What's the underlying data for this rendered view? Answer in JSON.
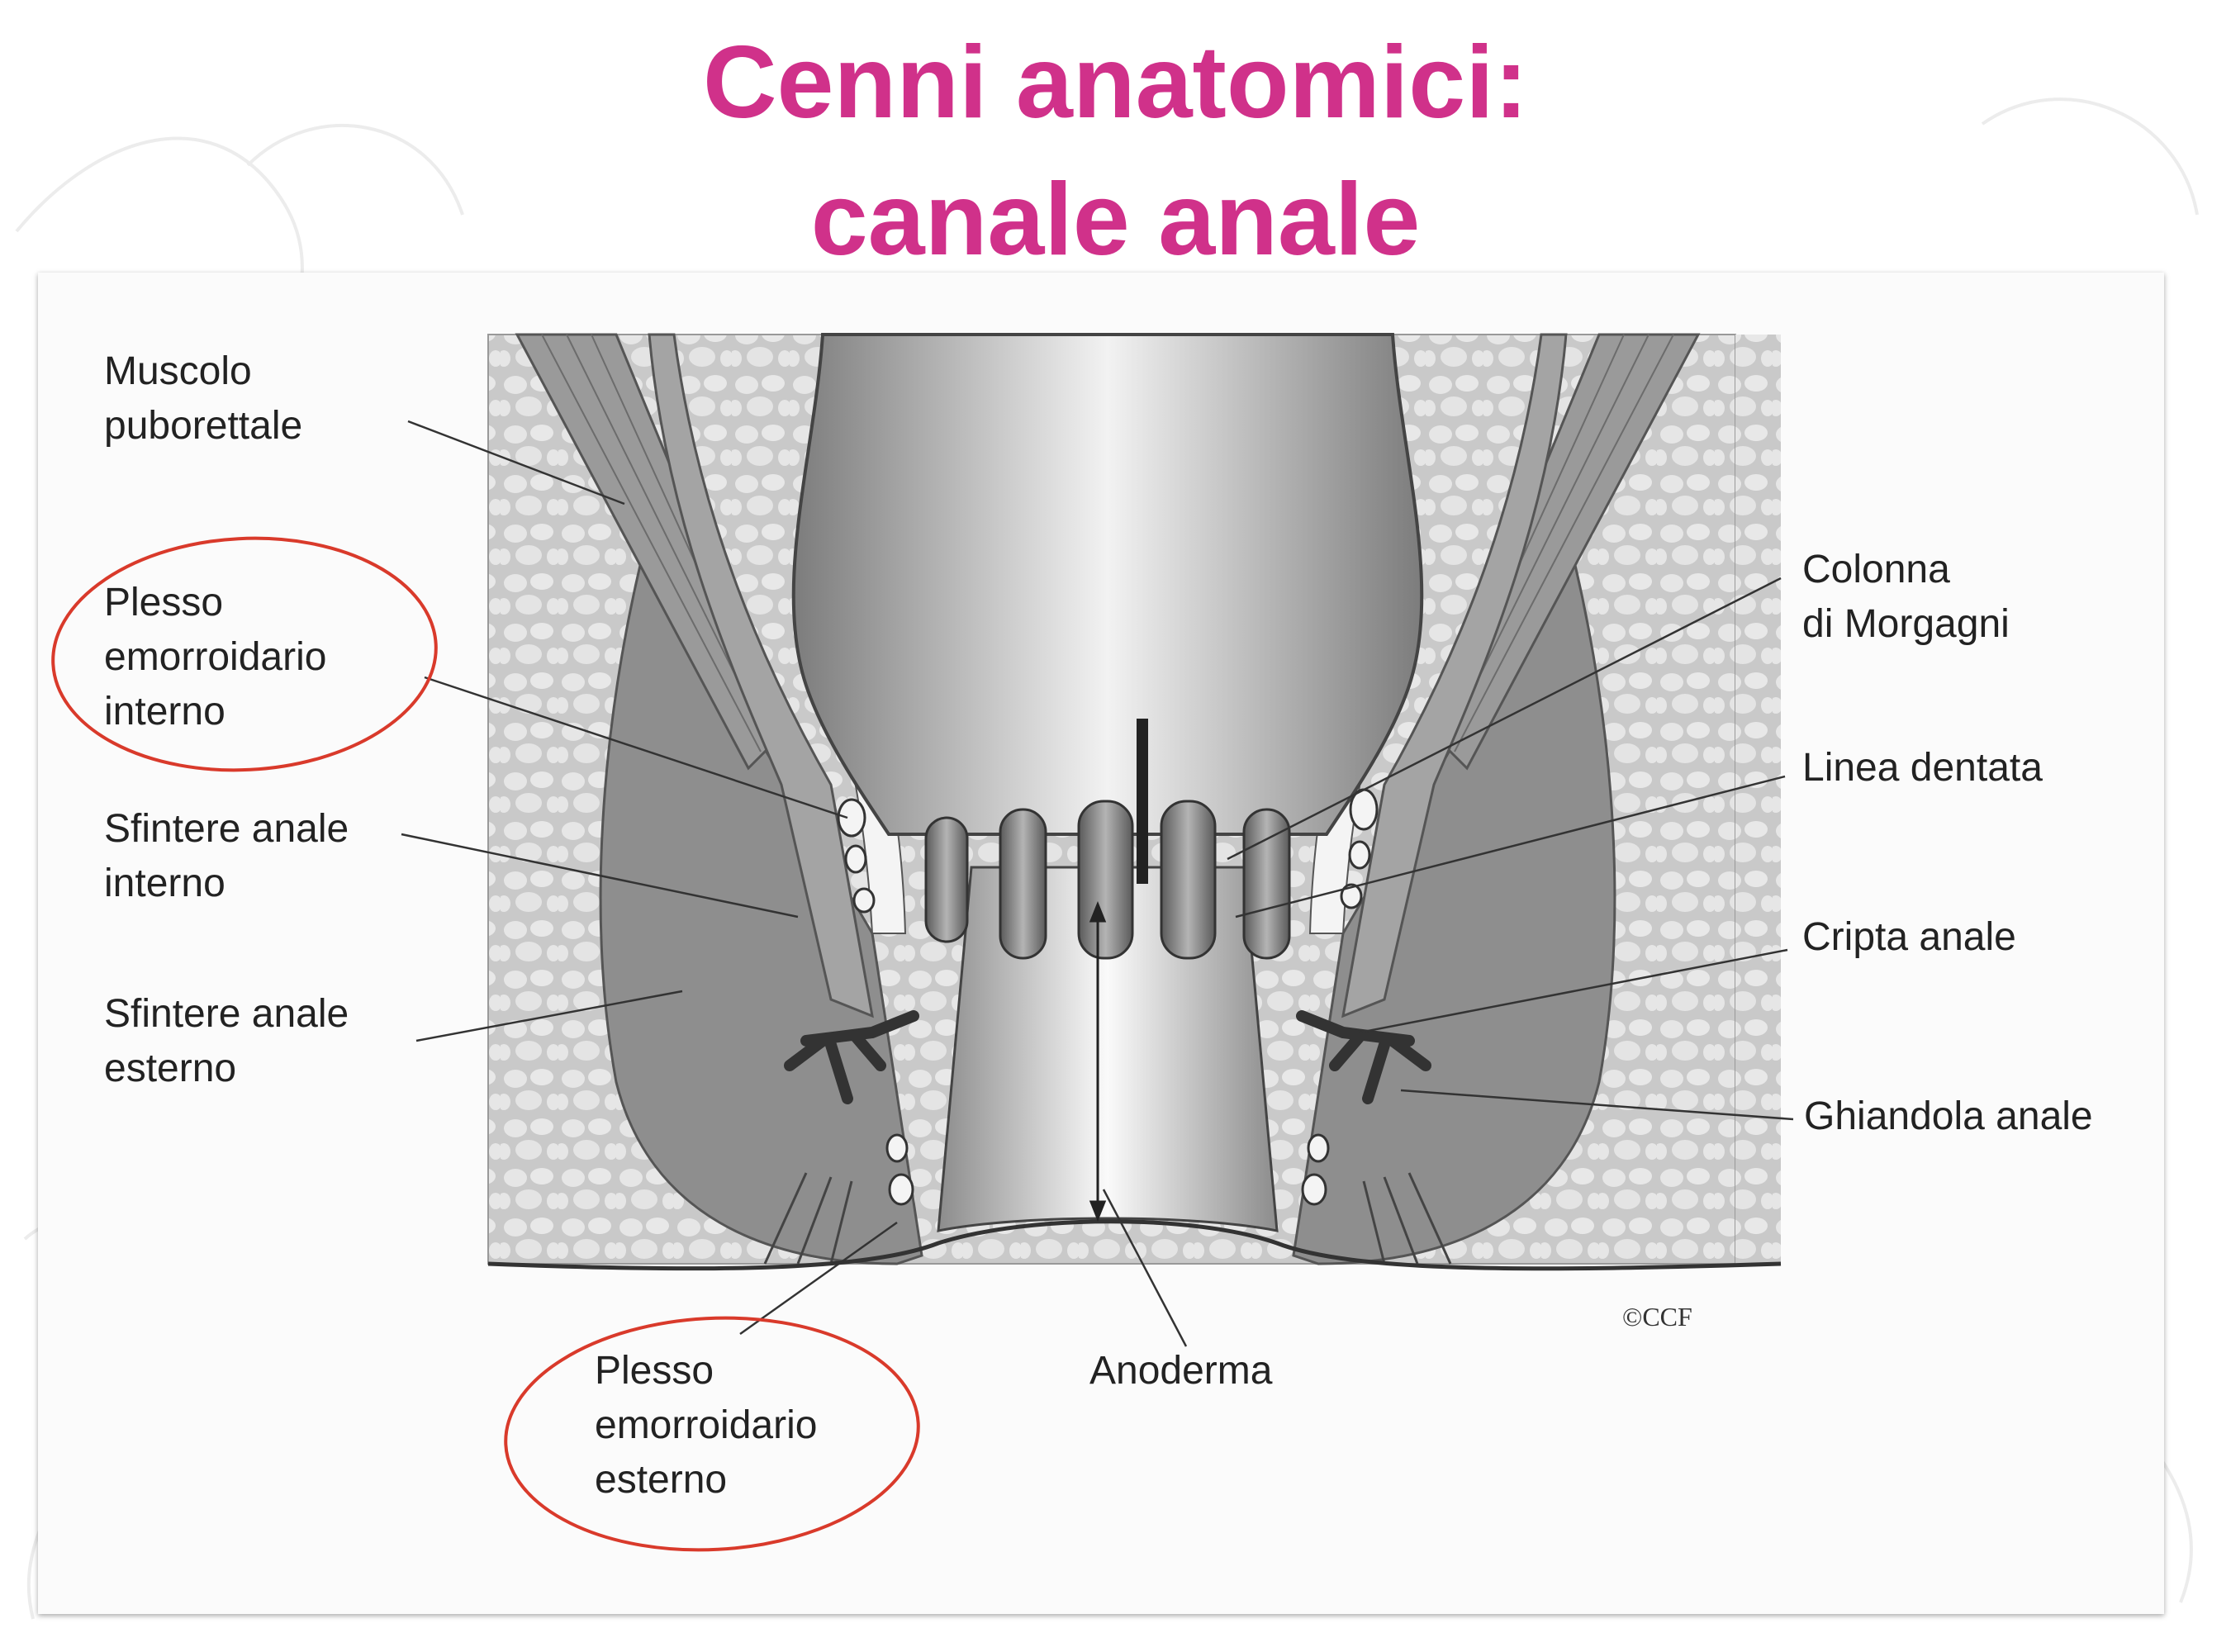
{
  "title": {
    "line1": "Cenni anatomici:",
    "line2": "canale anale",
    "color": "#d0318a"
  },
  "figure": {
    "highlight_color": "#d93a2b",
    "copyright": "©CCF",
    "labels": {
      "muscolo_puborettale": [
        "Muscolo",
        "puborettale"
      ],
      "plesso_interno": [
        "Plesso",
        "emorroidario",
        "interno"
      ],
      "sfintere_interno": [
        "Sfintere anale",
        "interno"
      ],
      "sfintere_esterno": [
        "Sfintere anale",
        "esterno"
      ],
      "plesso_esterno": [
        "Plesso",
        "emorroidario",
        "esterno"
      ],
      "anoderma": [
        "Anoderma"
      ],
      "colonna_morgagni": [
        "Colonna",
        "di Morgagni"
      ],
      "linea_dentata": [
        "Linea dentata"
      ],
      "cripta_anale": [
        "Cripta anale"
      ],
      "ghiandola_anale": [
        "Ghiandola anale"
      ]
    },
    "highlighted": [
      "plesso_interno",
      "plesso_esterno"
    ]
  }
}
